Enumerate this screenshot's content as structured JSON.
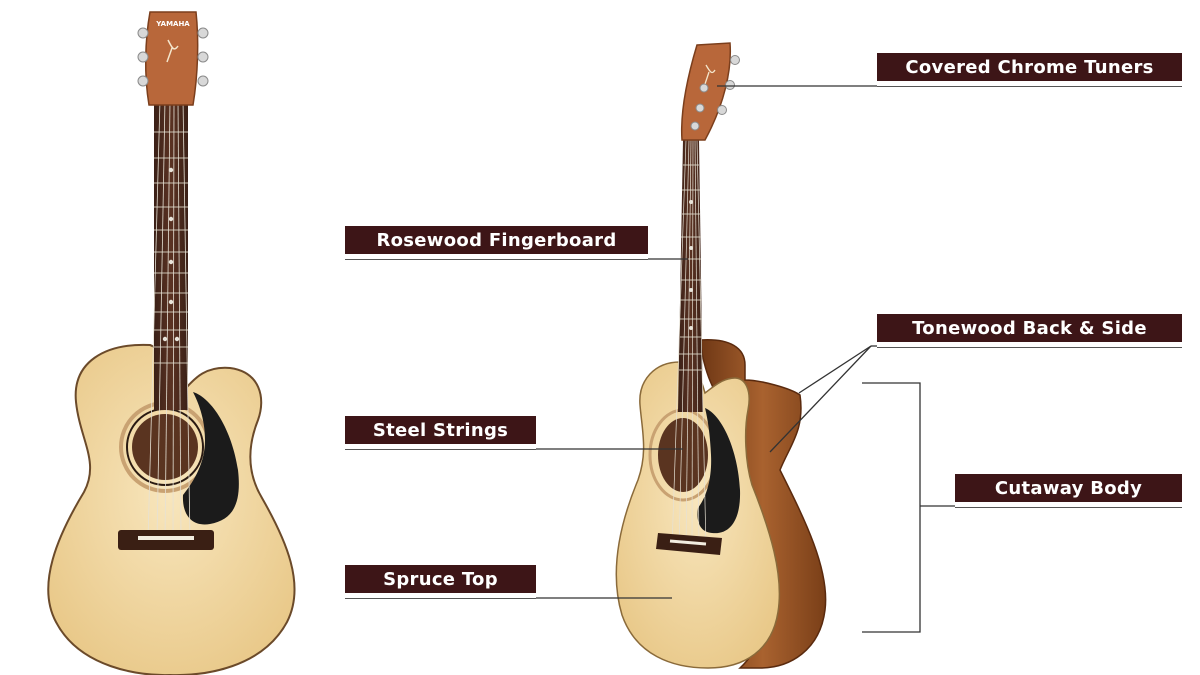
{
  "brand": "YAMAHA",
  "colors": {
    "label_bg": "#3d1517",
    "label_text": "#ffffff",
    "spruce_top": "#f3dba6",
    "mahogany": "#8a4a22",
    "rosewood": "#4a2a1e",
    "pickguard": "#1a1a1a",
    "leader_line": "#333333"
  },
  "labels": {
    "covered_chrome_tuners": "Covered Chrome Tuners",
    "rosewood_fingerboard": "Rosewood Fingerboard",
    "tonewood_back_side": "Tonewood Back & Side",
    "steel_strings": "Steel Strings",
    "cutaway_body": "Cutaway Body",
    "spruce_top": "Spruce Top"
  },
  "icons": {
    "headstock_logo": "tuning-fork-logo-icon",
    "tuner": "chrome-tuner-icon"
  }
}
